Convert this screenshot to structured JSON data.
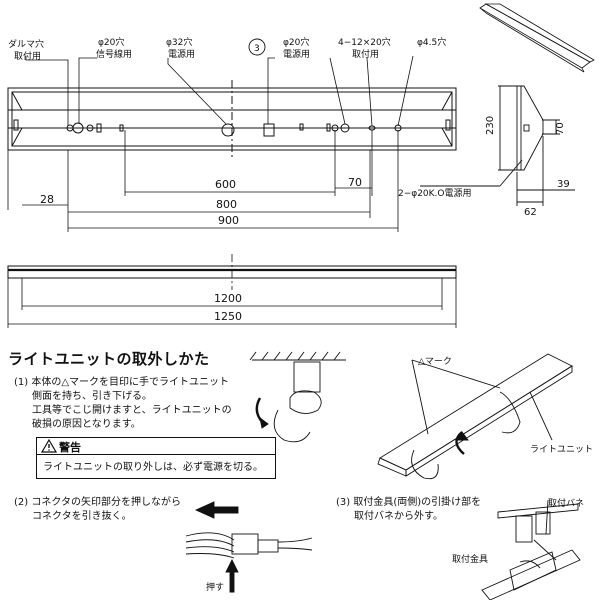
{
  "labels": {
    "daruma": "ダルマ穴",
    "mounting1": "取付用",
    "phi20a": "φ20穴",
    "signal": "信号線用",
    "phi32": "φ32穴",
    "power1": "電源用",
    "circle3": "3",
    "phi20b": "φ20穴",
    "power2": "電源用",
    "slot": "4−12×20穴",
    "mounting2": "取付用",
    "phi45": "φ4.5穴",
    "knockout": "2−φ20K.O電源用"
  },
  "dims": {
    "d600": "600",
    "d70a": "70",
    "d28": "28",
    "d800": "800",
    "d900": "900",
    "d230": "230",
    "d70b": "70",
    "d39": "39",
    "d62": "62",
    "d1200": "1200",
    "d1250": "1250"
  },
  "instructions": {
    "title": "ライトユニットの取外しかた",
    "step1_line1": "(1) 本体の△マークを目印に手でライトユニット",
    "step1_line2": "側面を持ち、引き下げる。",
    "step1_line3": "工具等でこじ開けますと、ライトユニットの",
    "step1_line4": "破損の原因となります。",
    "warning_head": "警告",
    "warning_body": "ライトユニットの取り外しは、必ず電源を切る。",
    "step2_line1": "(2) コネクタの矢印部分を押しながら",
    "step2_line2": "コネクタを引き抜く。",
    "push": "押す",
    "step3_line1": "(3) 取付金具(両側)の引掛け部を",
    "step3_line2": "取付バネから外す。",
    "mark": "△マーク",
    "light_unit": "ライトユニット",
    "spring": "取付バネ",
    "bracket": "取付金具"
  }
}
